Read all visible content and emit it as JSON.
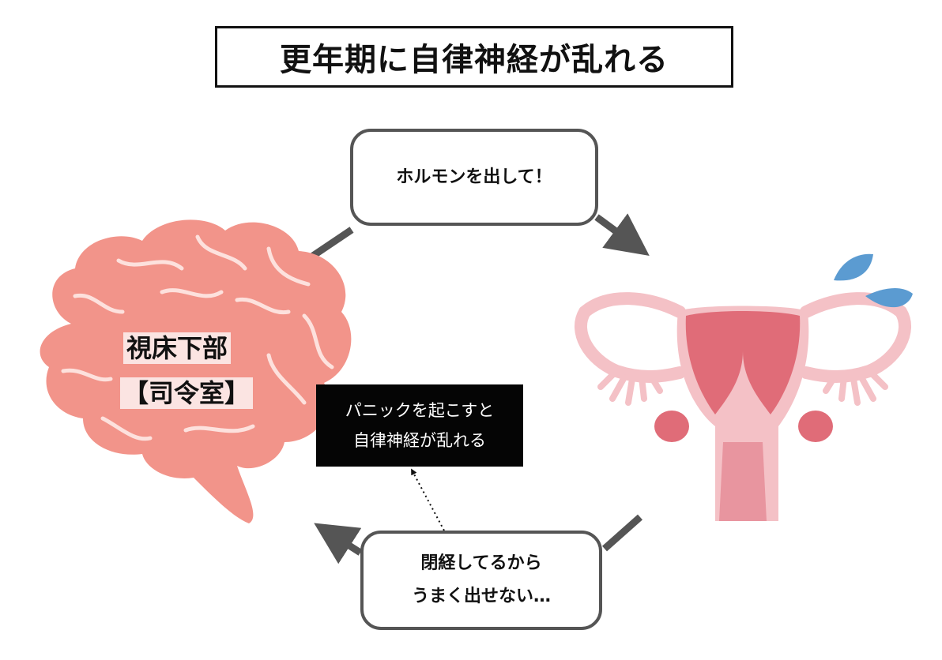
{
  "title": "更年期に自律神経が乱れる",
  "bubble_top": {
    "text": "ホルモンを出して！"
  },
  "bubble_bottom": {
    "line1": "閉経してるから",
    "line2": "うまく出せない…"
  },
  "brain": {
    "label_line1": "視床下部",
    "label_line2": "【司令室】",
    "color": "#f2948a"
  },
  "note": {
    "line1": "パニックを起こすと",
    "line2": "自律神経が乱れる"
  },
  "icons": {
    "brain": "brain-illustration",
    "uterus": "uterus-illustration",
    "sweat": "sweat-drop-icon"
  },
  "colors": {
    "arrow": "#555555",
    "uterus_dark": "#e06c78",
    "uterus_light": "#f4c1c6",
    "sweat": "#5b9bd1"
  }
}
